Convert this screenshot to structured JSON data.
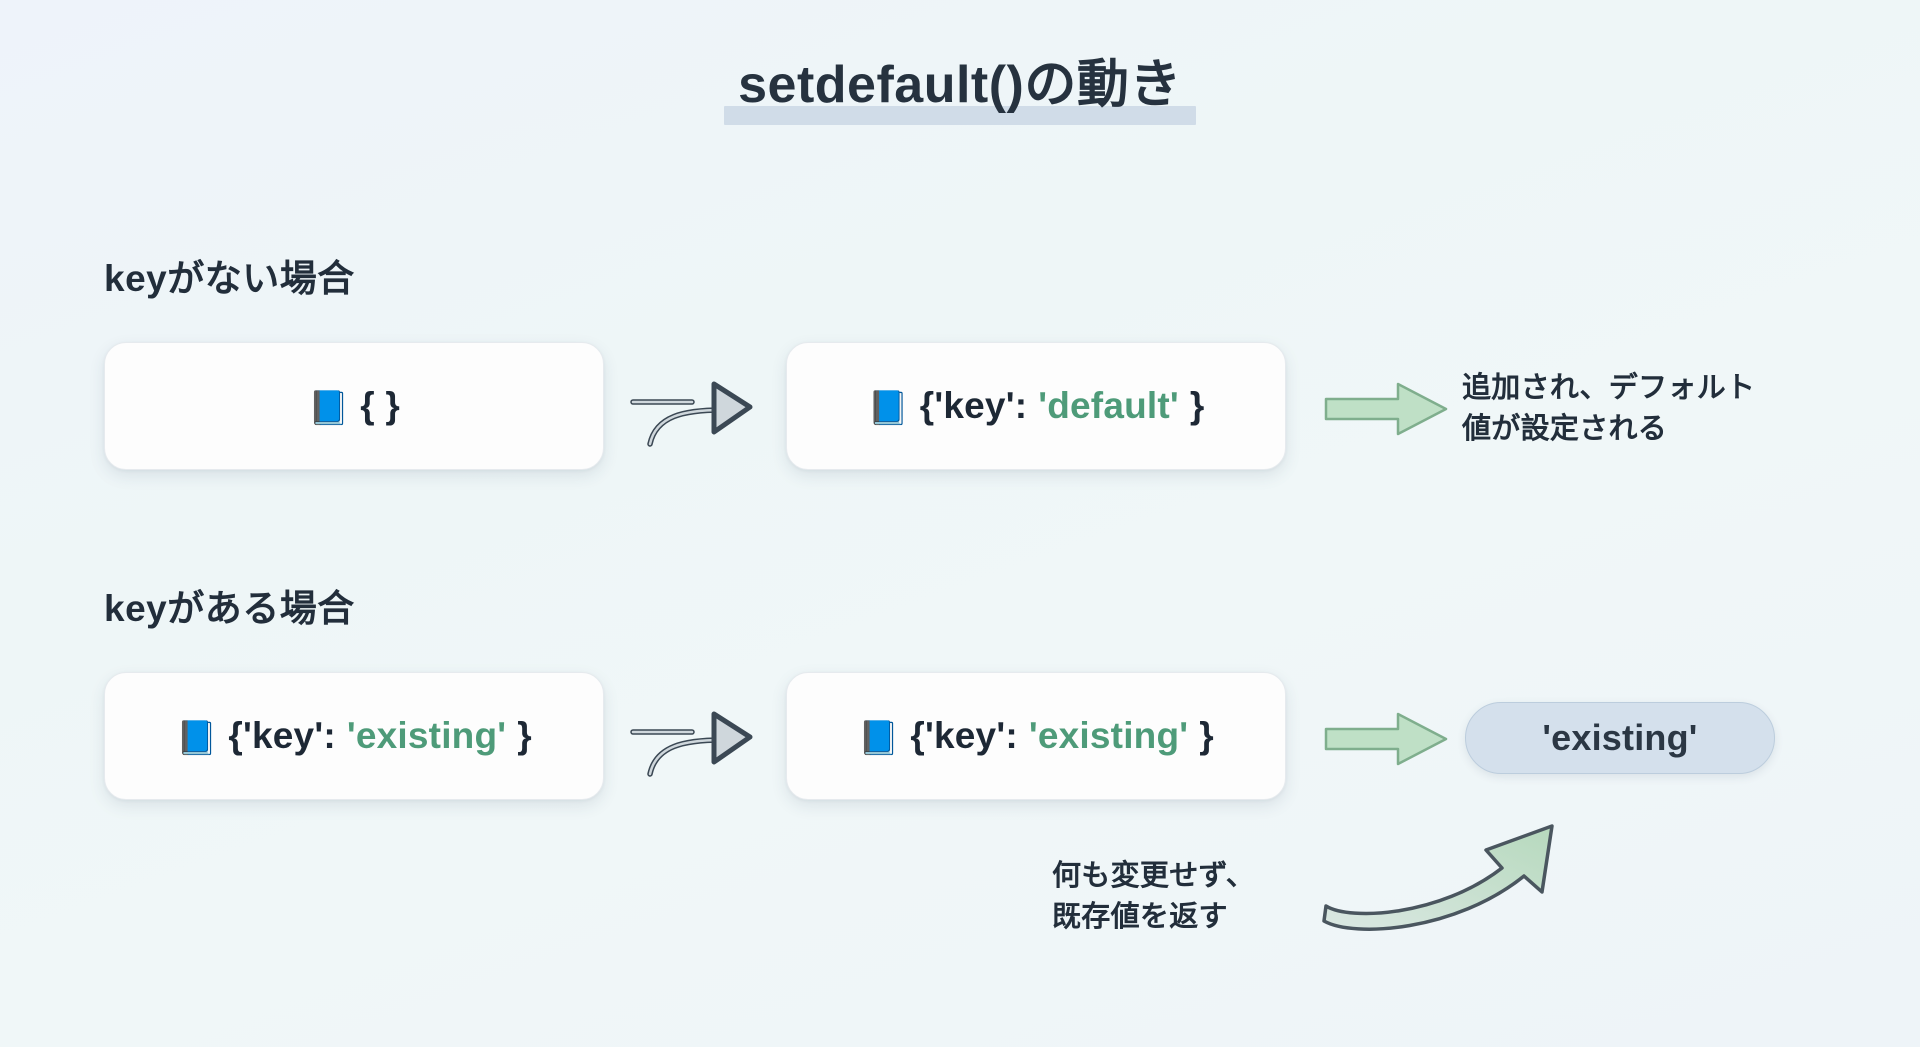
{
  "title": {
    "text": "setdefault()の動き",
    "highlight_color": "#cdd9e6"
  },
  "colors": {
    "background_start": "#eef3fa",
    "background_end": "#eef4f8",
    "text": "#26323f",
    "value_green": "#4e9b79",
    "arrow_green_fill": "#bfe0c6",
    "arrow_green_stroke": "#7fae8d",
    "arrow_gray_fill": "#d3dade",
    "arrow_gray_stroke": "#3b4854",
    "pill_fill": "#d4e0ec",
    "pill_border": "#bccddd",
    "card_background": "#fdfdfd",
    "card_border": "#e6eaee"
  },
  "sections": [
    {
      "heading": "keyがない場合",
      "before_card": {
        "icon": "blue-book-icon",
        "icon_glyph": "📘",
        "text": "{ }"
      },
      "transition_icon": "curved-right-arrow-icon",
      "after_card": {
        "icon": "blue-book-icon",
        "icon_glyph": "📘",
        "prefix": "{'key': ",
        "value": "'default'",
        "suffix": " }"
      },
      "result_icon": "right-arrow-icon",
      "annotation_line1": "追加され、デフォルト",
      "annotation_line2": "値が設定される"
    },
    {
      "heading": "keyがある場合",
      "before_card": {
        "icon": "blue-book-icon",
        "icon_glyph": "📘",
        "prefix": "{'key': ",
        "value": "'existing'",
        "suffix": "}"
      },
      "transition_icon": "curved-right-arrow-icon",
      "after_card": {
        "icon": "blue-book-icon",
        "icon_glyph": "📘",
        "prefix": "{'key': ",
        "value": "'existing'",
        "suffix": "}"
      },
      "result_icon": "right-arrow-icon",
      "result_pill": "'existing'",
      "annotation_line1": "何も変更せず、",
      "annotation_line2": "既存値を返す",
      "callout_icon": "curved-up-arrow-icon"
    }
  ]
}
